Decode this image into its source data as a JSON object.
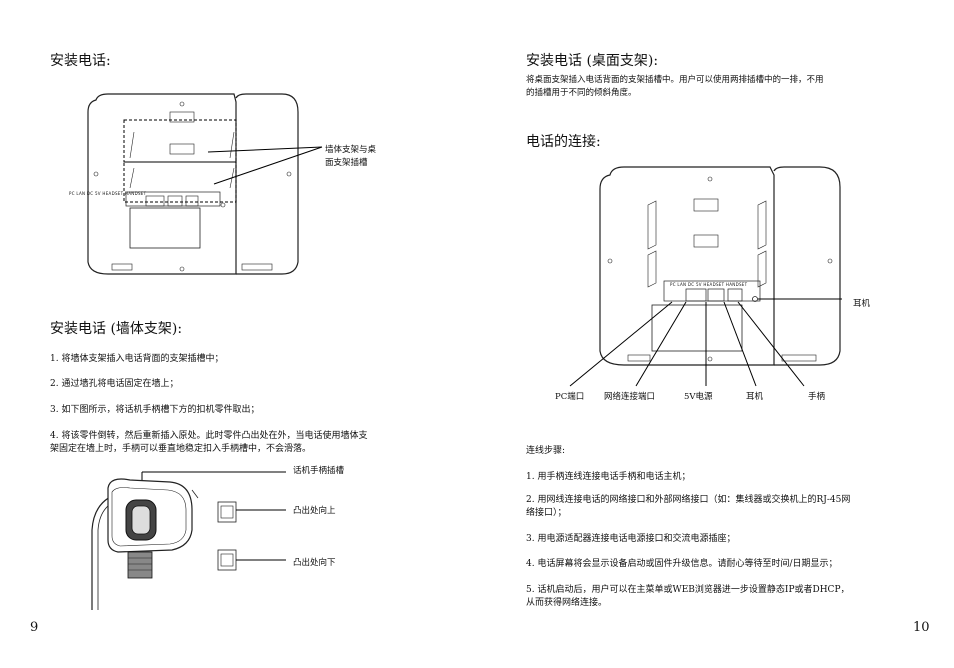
{
  "left_page": {
    "heading_install": "安装电话:",
    "callout_bracket": [
      "墙体支架与桌",
      "面支架插槽"
    ],
    "port_labels_small": "PC   LAN   DC 5V HEADSET HANDSET",
    "heading_wall": "安装电话 (墙体支架):",
    "steps": [
      "1. 将墙体支架插入电话背面的支架插槽中；",
      "2. 通过墙孔将电话固定在墙上；",
      "3. 如下图所示，将话机手柄槽下方的扣机零件取出；",
      "4. 将该零件倒转，然后重新插入原处。此时零件凸出处在外，当电话使用墙体支",
      "架固定在墙上时，手柄可以垂直地稳定扣入手柄槽中，不会滑落。"
    ],
    "hook_slot_label": "话机手柄插槽",
    "protrude_up_label": "凸出处向上",
    "protrude_down_label": "凸出处向下",
    "page_number": "9"
  },
  "right_page": {
    "heading_desk": "安装电话 (桌面支架):",
    "desk_text": [
      "将桌面支架插入电话背面的支架插槽中。用户可以使用两排插槽中的一排，不用",
      "的插槽用于不同的倾斜角度。"
    ],
    "heading_connect": "电话的连接:",
    "port_labels_small": "PC   LAN   DC 5V HEADSET HANDSET",
    "earphone_right_label": "耳机",
    "bottom_labels": {
      "pc": "PC端口",
      "lan": "网络连接端口",
      "power": "5V电源",
      "headset": "耳机",
      "handset": "手柄"
    },
    "steps_title": "连线步骤:",
    "steps": [
      "1. 用手柄连线连接电话手柄和电话主机；",
      "2. 用网线连接电话的网络接口和外部网络接口（如：集线器或交换机上的RJ-45网",
      "络接口）；",
      "3. 用电源适配器连接电话电源接口和交流电源插座；",
      "4. 电话屏幕将会显示设备启动或固件升级信息。请耐心等待至时间/日期显示；",
      "5.   话机启动后，用户可以在主菜单或WEB浏览器进一步设置静态IP或者DHCP，",
      "从而获得网络连接。"
    ],
    "page_number": "10"
  }
}
